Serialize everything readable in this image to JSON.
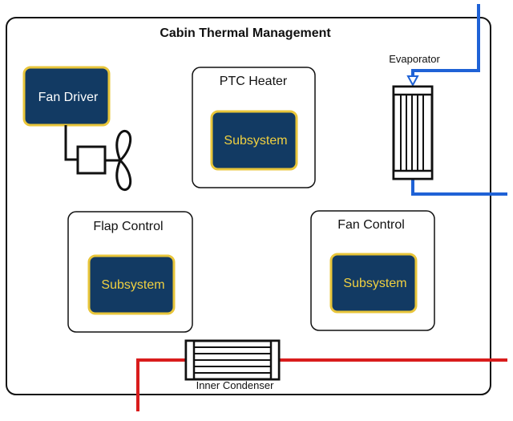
{
  "title": "Cabin Thermal Management",
  "fan_driver": {
    "label": "Fan Driver"
  },
  "ptc_heater": {
    "title": "PTC Heater",
    "subsystem_label": "Subsystem"
  },
  "flap_control": {
    "title": "Flap Control",
    "subsystem_label": "Subsystem"
  },
  "fan_control": {
    "title": "Fan Control",
    "subsystem_label": "Subsystem"
  },
  "evaporator": {
    "label": "Evaporator"
  },
  "inner_condenser": {
    "label": "Inner Condenser"
  },
  "colors": {
    "subsystem_fill": "#123a63",
    "subsystem_border": "#e8c53a",
    "subsystem_text": "#f0d040",
    "fan_driver_text": "#ffffff",
    "coolant_line": "#1f62d6",
    "refrigerant_line": "#d91c1c",
    "outline": "#111111"
  }
}
